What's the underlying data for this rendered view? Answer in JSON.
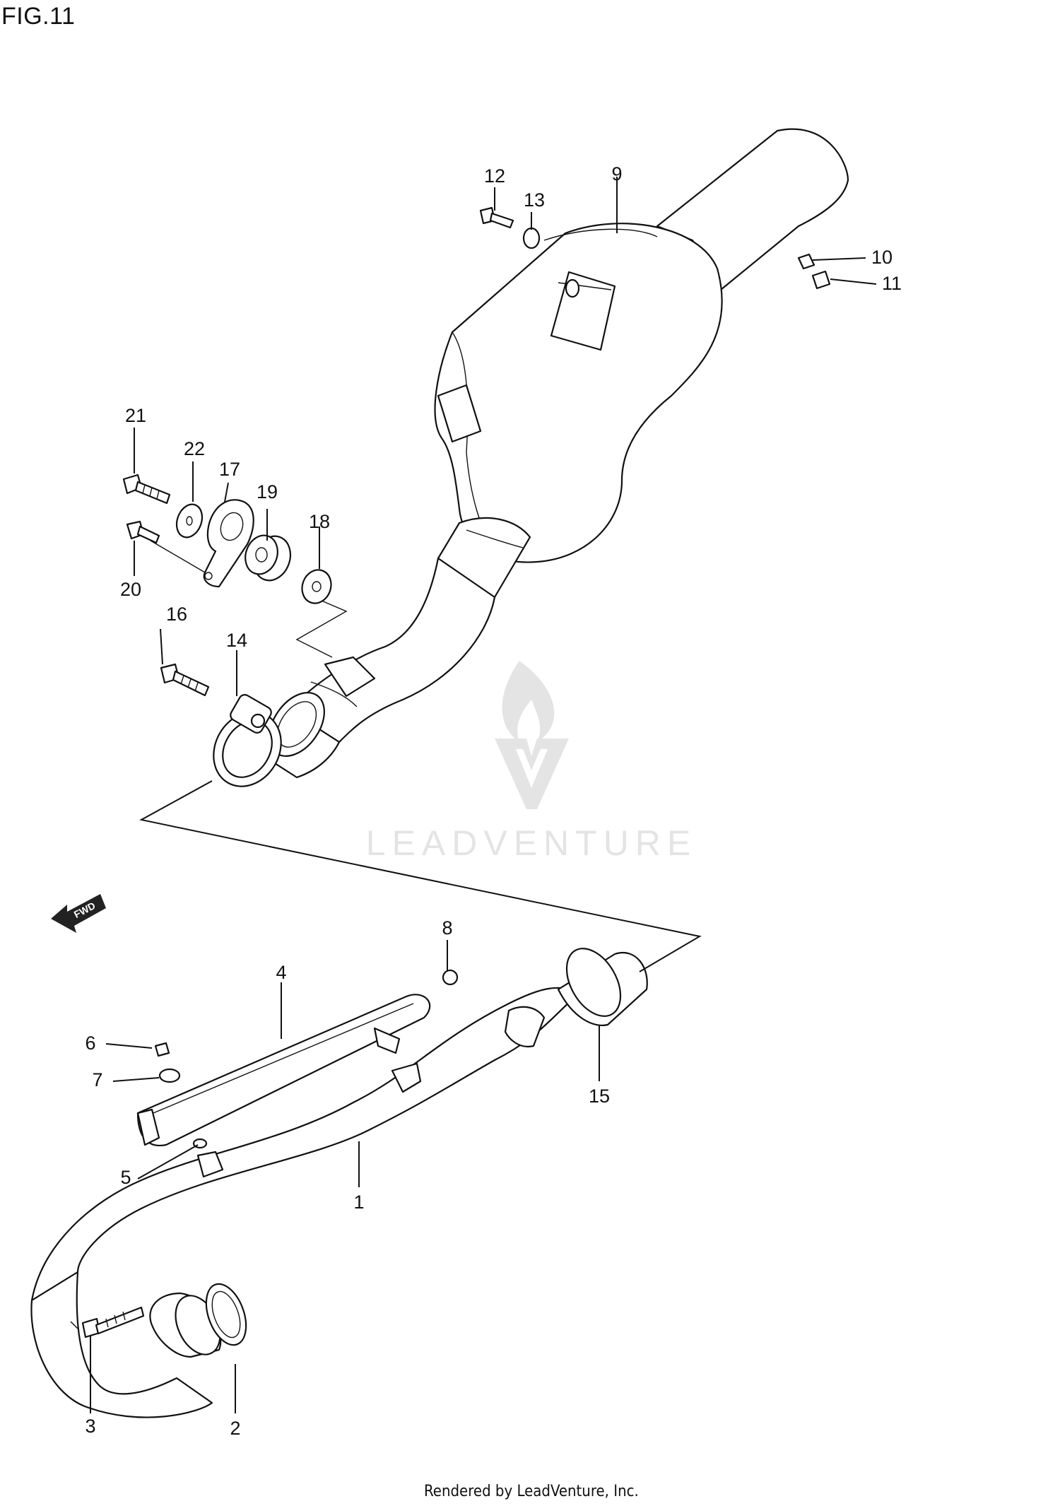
{
  "figure": {
    "title": "FIG.11"
  },
  "watermark": {
    "text": "LEADVENTURE"
  },
  "direction_arrow": {
    "label": "FWD"
  },
  "callouts": [
    {
      "id": "1",
      "label": "1"
    },
    {
      "id": "2",
      "label": "2"
    },
    {
      "id": "3",
      "label": "3"
    },
    {
      "id": "4",
      "label": "4"
    },
    {
      "id": "5",
      "label": "5"
    },
    {
      "id": "6",
      "label": "6"
    },
    {
      "id": "7",
      "label": "7"
    },
    {
      "id": "8",
      "label": "8"
    },
    {
      "id": "9",
      "label": "9"
    },
    {
      "id": "10",
      "label": "10"
    },
    {
      "id": "11",
      "label": "11"
    },
    {
      "id": "12",
      "label": "12"
    },
    {
      "id": "13",
      "label": "13"
    },
    {
      "id": "14",
      "label": "14"
    },
    {
      "id": "15",
      "label": "15"
    },
    {
      "id": "16",
      "label": "16"
    },
    {
      "id": "17",
      "label": "17"
    },
    {
      "id": "18",
      "label": "18"
    },
    {
      "id": "19",
      "label": "19"
    },
    {
      "id": "20",
      "label": "20"
    },
    {
      "id": "21",
      "label": "21"
    },
    {
      "id": "22",
      "label": "22"
    }
  ],
  "footer": {
    "text": "Rendered by LeadVenture, Inc."
  }
}
